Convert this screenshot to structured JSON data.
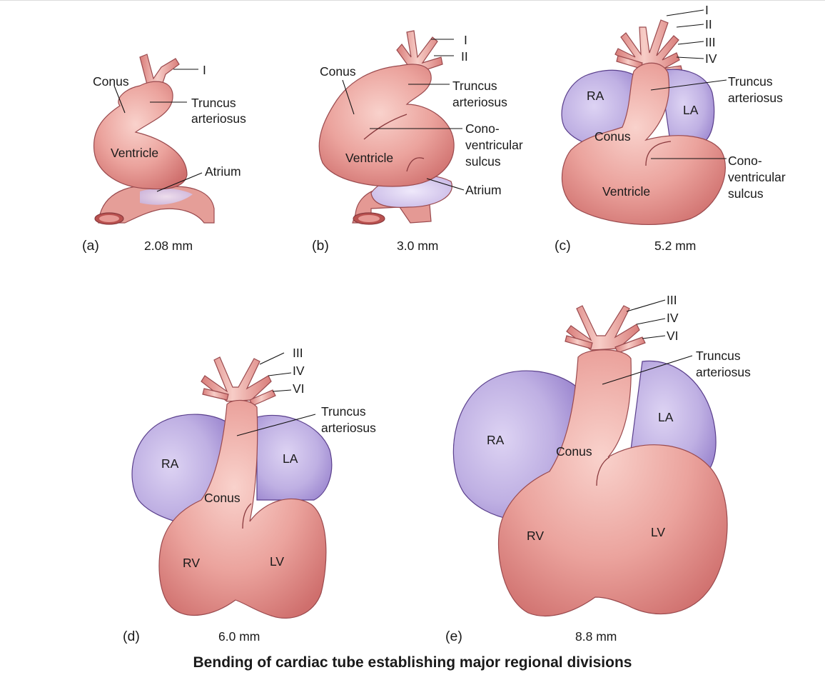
{
  "caption": "Bending of cardiac tube establishing major regional divisions",
  "colors": {
    "tube": "#e59490",
    "tube_light": "#f6c6c1",
    "atrium": "#b9a9df",
    "atrium_outline": "#5a3f8c",
    "outline": "#9a4a4e"
  },
  "panels": {
    "a": {
      "letter": "(a)",
      "size": "2.08 mm",
      "labels": {
        "conus": "Conus",
        "arch1": "I",
        "truncus_1": "Truncus",
        "truncus_2": "arteriosus",
        "ventricle": "Ventricle",
        "atrium": "Atrium"
      }
    },
    "b": {
      "letter": "(b)",
      "size": "3.0 mm",
      "labels": {
        "conus": "Conus",
        "arch1": "I",
        "arch2": "II",
        "truncus_1": "Truncus",
        "truncus_2": "arteriosus",
        "cv_1": "Cono-",
        "cv_2": "ventricular",
        "cv_3": "sulcus",
        "ventricle": "Ventricle",
        "atrium": "Atrium"
      }
    },
    "c": {
      "letter": "(c)",
      "size": "5.2 mm",
      "labels": {
        "arch1": "I",
        "arch2": "II",
        "arch3": "III",
        "arch4": "IV",
        "truncus_1": "Truncus",
        "truncus_2": "arteriosus",
        "ra": "RA",
        "la": "LA",
        "conus": "Conus",
        "cv_1": "Cono-",
        "cv_2": "ventricular",
        "cv_3": "sulcus",
        "ventricle": "Ventricle"
      }
    },
    "d": {
      "letter": "(d)",
      "size": "6.0 mm",
      "labels": {
        "arch3": "III",
        "arch4": "IV",
        "arch6": "VI",
        "truncus_1": "Truncus",
        "truncus_2": "arteriosus",
        "ra": "RA",
        "la": "LA",
        "conus": "Conus",
        "rv": "RV",
        "lv": "LV"
      }
    },
    "e": {
      "letter": "(e)",
      "size": "8.8 mm",
      "labels": {
        "arch3": "III",
        "arch4": "IV",
        "arch6": "VI",
        "truncus_1": "Truncus",
        "truncus_2": "arteriosus",
        "ra": "RA",
        "la": "LA",
        "conus": "Conus",
        "rv": "RV",
        "lv": "LV"
      }
    }
  }
}
